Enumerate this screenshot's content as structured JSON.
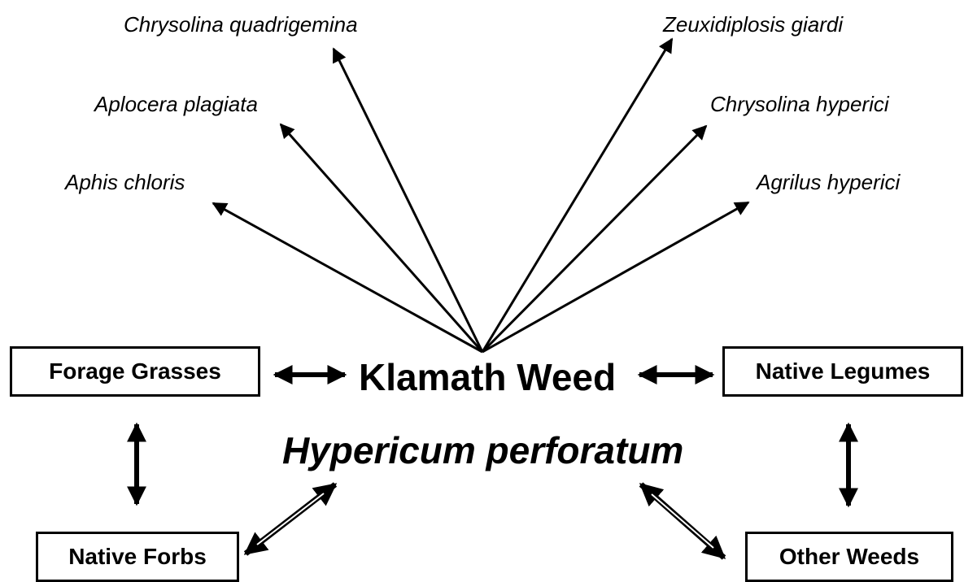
{
  "center": {
    "common_name": "Klamath Weed",
    "scientific_name": "Hypericum perforatum"
  },
  "biocontrol_agents": [
    "Aphis chloris",
    "Aplocera plagiata",
    "Chrysolina quadrigemina",
    "Zeuxidiplosis giardi",
    "Chrysolina hyperici",
    "Agrilus hyperici"
  ],
  "interacting_plants": {
    "forage_grasses": "Forage Grasses",
    "native_legumes": "Native Legumes",
    "native_forbs": "Native Forbs",
    "other_weeds": "Other Weeds"
  }
}
